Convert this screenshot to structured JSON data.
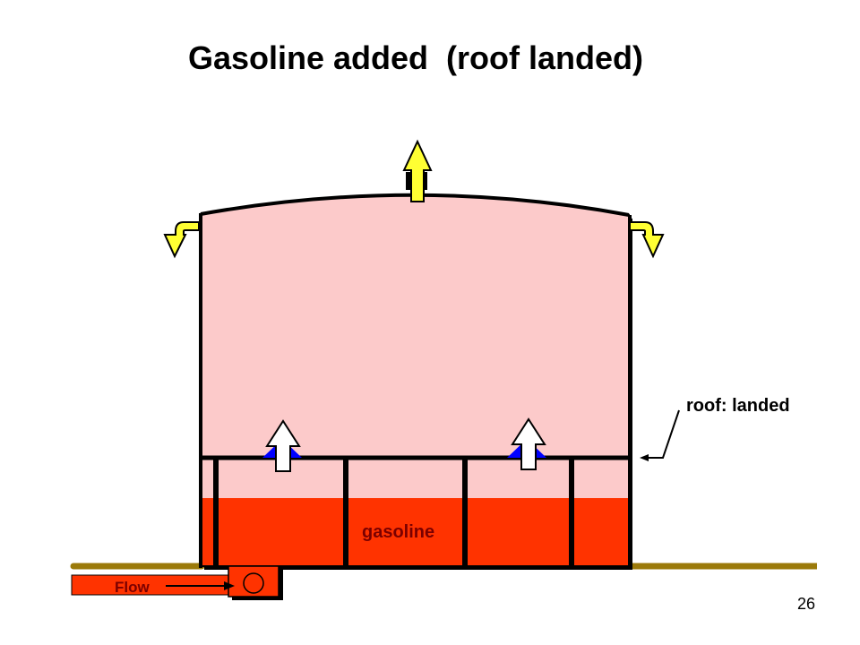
{
  "slide": {
    "title": "Gasoline added  (roof landed)",
    "page_number": "26"
  },
  "diagram": {
    "product_label": "gasoline",
    "roof_label": "roof: landed",
    "flow_label": "Flow",
    "roof_state": "landed",
    "vent_arrow_count": 3,
    "leg_arrow_count": 2,
    "colors": {
      "vapor_space": "#FCCACA",
      "gasoline": "#FF3300",
      "ground": "#9B7A0A",
      "vent_arrows": "#FFFF33",
      "leg_arrows": "#0000FF",
      "outline": "#000000"
    }
  }
}
